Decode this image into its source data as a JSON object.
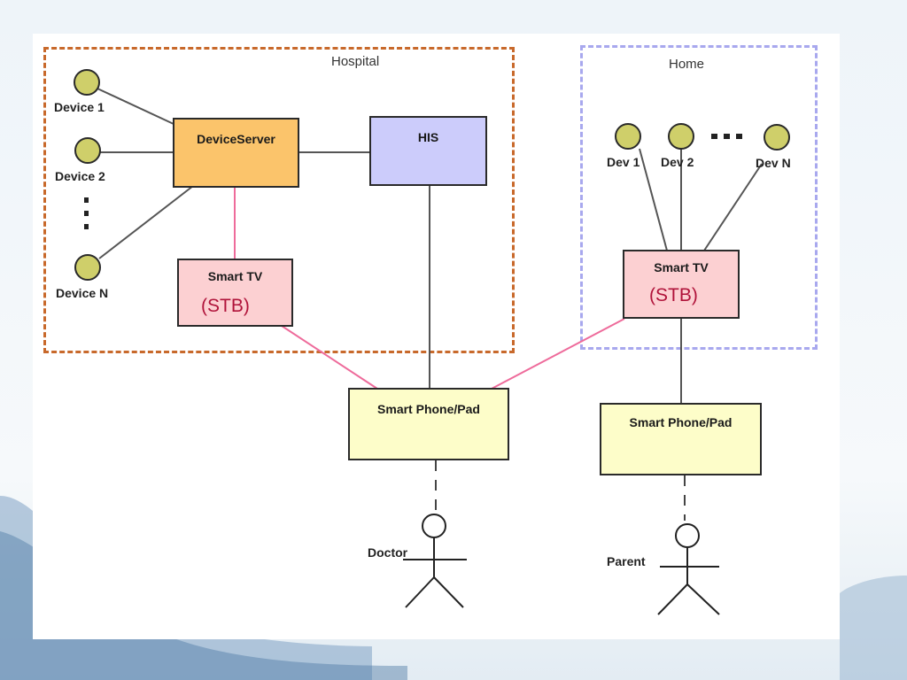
{
  "groups": {
    "hospital": {
      "label": "Hospital"
    },
    "home": {
      "label": "Home"
    }
  },
  "hospital": {
    "devices": [
      "Device 1",
      "Device 2",
      "Device N"
    ],
    "device_server": "DeviceServer",
    "his": "HIS",
    "smart_tv": {
      "label": "Smart TV",
      "sub": "(STB)"
    }
  },
  "home": {
    "devices": [
      "Dev 1",
      "Dev 2",
      "Dev N"
    ],
    "smart_tv": {
      "label": "Smart TV",
      "sub": "(STB)"
    }
  },
  "phones": {
    "doctor_phone": "Smart Phone/Pad",
    "parent_phone": "Smart Phone/Pad"
  },
  "actors": {
    "doctor": "Doctor",
    "parent": "Parent"
  },
  "colors": {
    "hospital_border": "#c8692b",
    "home_border": "#a8a8ee",
    "device_server_fill": "#fbc46b",
    "his_fill": "#ccccfb",
    "smart_tv_fill": "#fcd0d2",
    "phone_fill": "#fdfdc9",
    "device_node_fill": "#cfcf6a",
    "pink_link": "#ee6b9b",
    "gray_link": "#555555"
  }
}
